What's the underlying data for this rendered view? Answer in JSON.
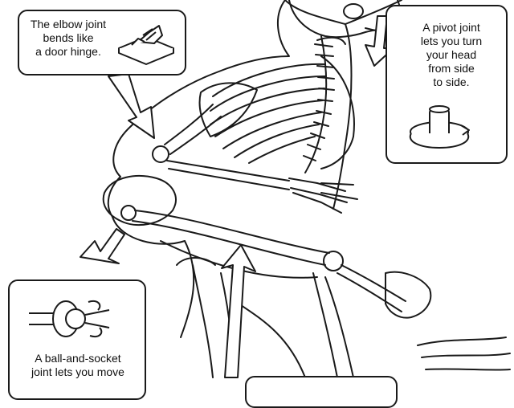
{
  "colors": {
    "ink": "#1a1a1a",
    "paper": "#ffffff"
  },
  "callouts": {
    "elbow": {
      "text": "The elbow joint\nbends like\na door hinge."
    },
    "pivot": {
      "text": "A pivot joint\nlets you turn\nyour head\nfrom side\nto side."
    },
    "ball_socket": {
      "text": "A ball-and-socket\njoint lets you move"
    }
  },
  "icons": {
    "elbow": "hinge-joint-icon",
    "pivot": "pivot-joint-icon",
    "ball_socket": "ball-and-socket-joint-icon"
  }
}
